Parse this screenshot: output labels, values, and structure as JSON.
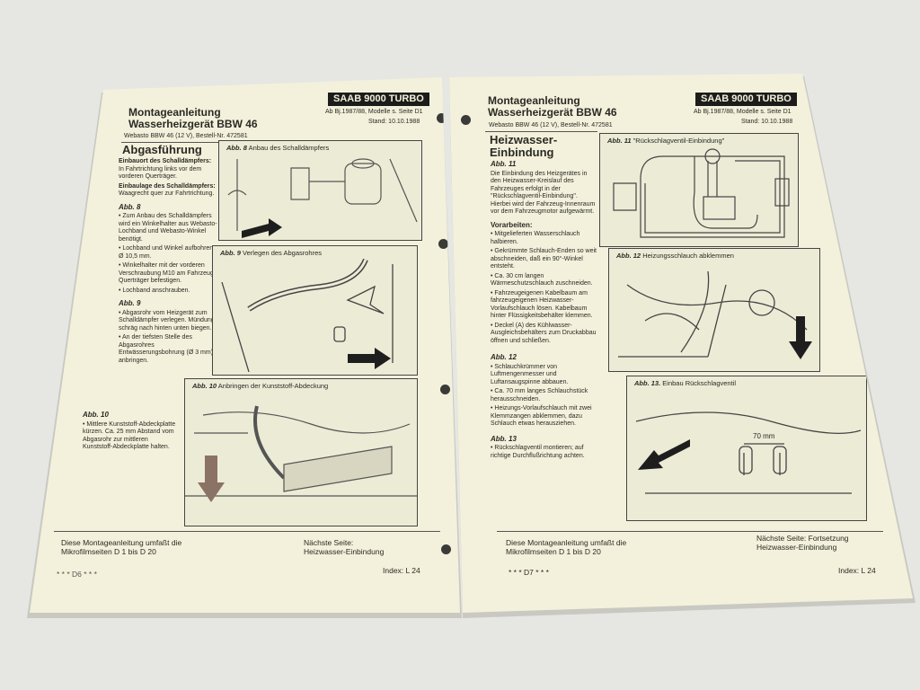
{
  "left_page": {
    "title_line1": "Montageanleitung",
    "title_line2": "Wasserheizgerät BBW 46",
    "badge": "SAAB 9000 TURBO",
    "models": "Ab Bj.1987/88, Modelle s. Seite D1",
    "date": "Stand: 10.10.1988",
    "order": "Webasto BBW 46 (12 V), Bestell-Nr. 472581",
    "section": "Abgasführung",
    "install_place_label": "Einbauort des Schalldämpfers:",
    "install_place_text": "In Fahrtrichtung links vor dem vorderen Querträger.",
    "install_pos_label": "Einbaulage des Schalldämpfers:",
    "install_pos_text": "Waagrecht quer zur Fahrtrichtung.",
    "abb8_title": "Abb. 8",
    "abb8_items": [
      "• Zum Anbau des Schalldämpfers wird ein Winkelhalter aus Webasto-Lochband und Webasto-Winkel benötigt.",
      "• Lochband und Winkel aufbohren Ø 10,5 mm.",
      "• Winkelhalter mit der vorderen Verschraubung M10 am Fahrzeug-Querträger befestigen.",
      "• Lochband anschrauben."
    ],
    "abb9_title": "Abb. 9",
    "abb9_items": [
      "• Abgasrohr vom Heizgerät zum Schalldämpfer verlegen. Mündung schräg nach hinten unten biegen.",
      "• An der tiefsten Stelle des Abgasrohres Entwässerungsbohrung (Ø 3 mm) anbringen."
    ],
    "abb10_title": "Abb. 10",
    "abb10_text": "• Mittlere Kunststoff-Abdeckplatte kürzen. Ca. 25 mm Abstand vom Abgasrohr zur mittleren Kunststoff-Abdeckplatte halten.",
    "fig8_num": "Abb. 8",
    "fig8_caption": "Anbau des Schalldämpfers",
    "fig9_num": "Abb. 9",
    "fig9_caption": "Verlegen des Abgasrohres",
    "fig10_num": "Abb. 10",
    "fig10_caption": "Anbringen der Kunststoff-Abdeckung",
    "footer_left": "Diese Montageanleitung umfaßt die Mikrofilmseiten D 1 bis D 20",
    "footer_mid": "Nächste Seite: Heizwasser-Einbindung",
    "page_code": "* * * D6 * * *",
    "index": "Index: L 24"
  },
  "right_page": {
    "title_line1": "Montageanleitung",
    "title_line2": "Wasserheizgerät BBW 46",
    "badge": "SAAB 9000 TURBO",
    "models": "Ab Bj.1987/88, Modelle s. Seite D1",
    "date": "Stand: 10.10.1988",
    "order": "Webasto BBW 46 (12 V), Bestell-Nr. 472581",
    "section_line1": "Heizwasser-",
    "section_line2": "Einbindung",
    "abb11_title": "Abb. 11",
    "abb11_text": "Die Einbindung des Heizgerätes in den Heizwasser-Kreislauf des Fahrzeuges erfolgt in der \"Rückschlagventil-Einbindung\". Hierbei wird der Fahrzeug-Innenraum vor dem Fahrzeugmotor aufgewärmt.",
    "prep_title": "Vorarbeiten:",
    "prep_items": [
      "• Mitgelieferten Wasserschlauch halbieren.",
      "• Gekrümmte Schlauch-Enden so weit abschneiden, daß ein 90°-Winkel entsteht.",
      "• Ca. 30 cm langen Wärmeschutzschlauch zuschneiden.",
      "• Fahrzeugeigenen Kabelbaum am fahrzeugeigenen Heizwasser-Vorlaufschlauch lösen. Kabelbaum hinter Flüssigkeitsbehälter klemmen.",
      "• Deckel (A) des Kühlwasser-Ausgleichsbehälters zum Druckabbau öffnen und schließen."
    ],
    "abb12_title": "Abb. 12",
    "abb12_items": [
      "• Schlauchkrümmer von Luftmengenmesser und Luftansaugspinne abbauen.",
      "• Ca. 70 mm langes Schlauchstück herausschneiden.",
      "• Heizungs-Vorlaufschlauch mit zwei Klemmzangen abklemmen, dazu Schlauch etwas herausziehen."
    ],
    "abb13_title": "Abb. 13",
    "abb13_text": "• Rückschlagventil montieren; auf richtige Durchflußrichtung achten.",
    "fig11_num": "Abb. 11",
    "fig11_caption": "\"Rückschlagventil-Einbindung\"",
    "fig12_num": "Abb. 12",
    "fig12_caption": "Heizungsschlauch abklemmen",
    "fig13_num": "Abb. 13.",
    "fig13_caption": "Einbau Rückschlagventil",
    "fig13_measure": "70 mm",
    "footer_left": "Diese Montageanleitung umfaßt die Mikrofilmseiten D 1 bis D 20",
    "footer_mid": "Nächste Seite: Fortsetzung Heizwasser-Einbindung",
    "page_code": "* * * D7 * * *",
    "index": "Index: L 24"
  }
}
